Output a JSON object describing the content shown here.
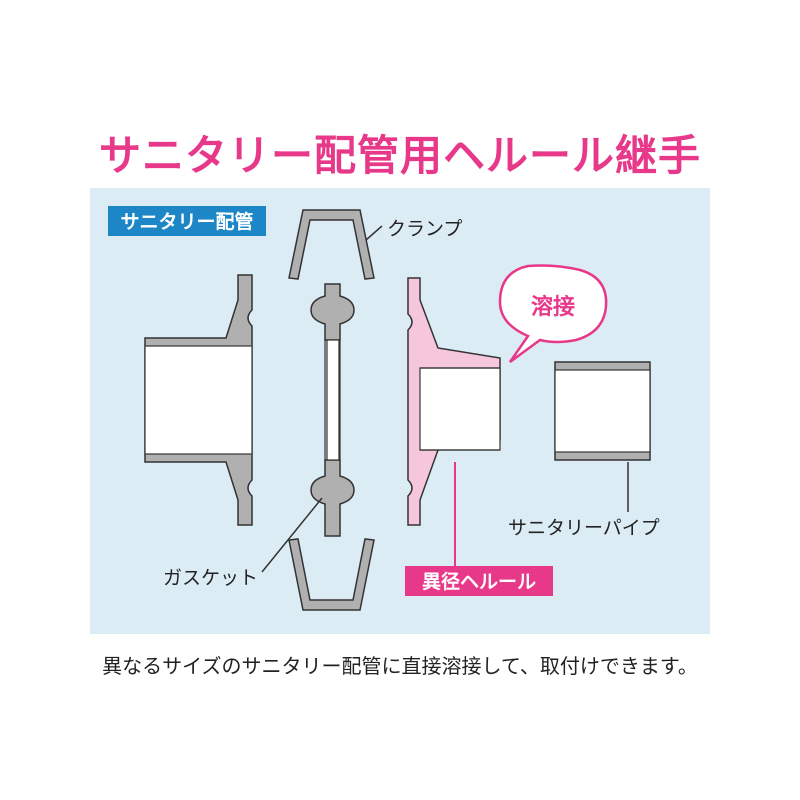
{
  "title": "サニタリー配管用ヘルール継手",
  "caption": "異なるサイズのサニタリー配管に直接溶接して、取付けできます。",
  "labels": {
    "sanitary_piping": "サニタリー配管",
    "clamp": "クランプ",
    "welding": "溶接",
    "gasket": "ガスケット",
    "reducer_ferrule": "異径ヘルール",
    "sanitary_pipe": "サニタリーパイプ"
  },
  "colors": {
    "title": "#e8388a",
    "panel_bg": "#dcecf5",
    "steel": "#b0b0b0",
    "pink_part": "#f6c6dc",
    "outline": "#333333",
    "badge_blue": "#1c86c6",
    "badge_pink": "#e8388a",
    "bubble_text": "#e8388a"
  }
}
